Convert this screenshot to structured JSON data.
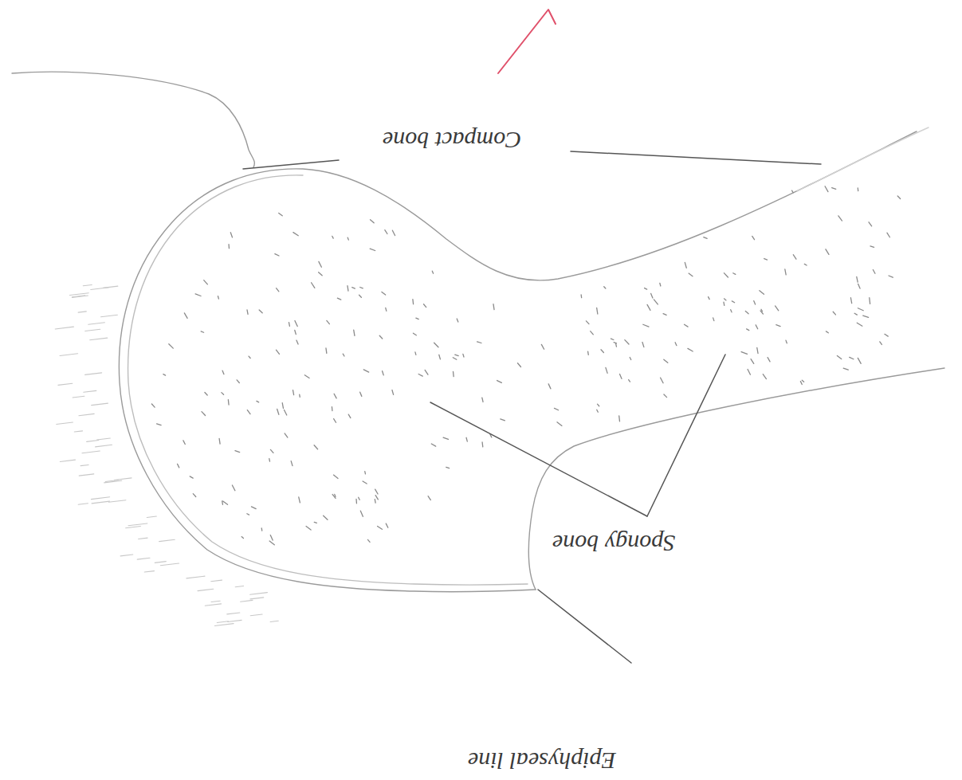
{
  "diagram": {
    "labels": [
      "Compact bone",
      "Spongy bone",
      "Epiphyseal line"
    ]
  }
}
